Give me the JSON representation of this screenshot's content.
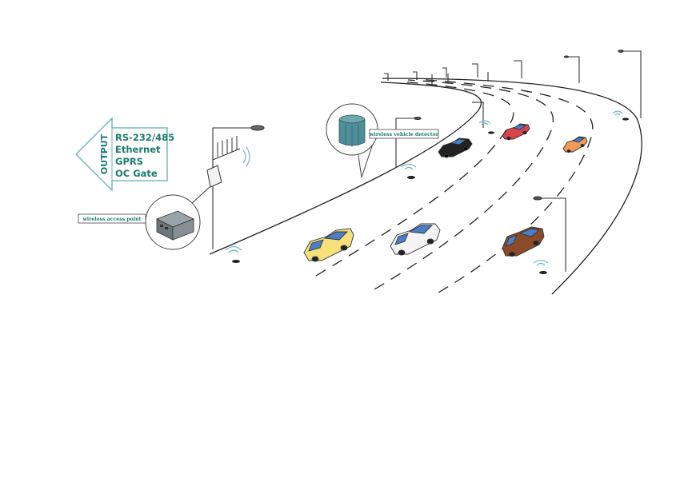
{
  "output": {
    "arrow_label": "OUTPUT",
    "items": [
      "RS-232/485",
      "Ethernet",
      "GPRS",
      "OC Gate"
    ]
  },
  "access_point": {
    "label": "wireless access point"
  },
  "detector": {
    "label": "wireless vehicle detector"
  },
  "colors": {
    "label_teal": "#1a7a6e",
    "arrow_outline": "#5bb0b8",
    "signal": "#7fb8c8",
    "car_yellow": "#f5e07a",
    "car_white": "#f4f4f4",
    "car_brown": "#8b4a2a",
    "car_black": "#222222",
    "car_red": "#d8424a",
    "car_orange": "#f09a5a"
  }
}
